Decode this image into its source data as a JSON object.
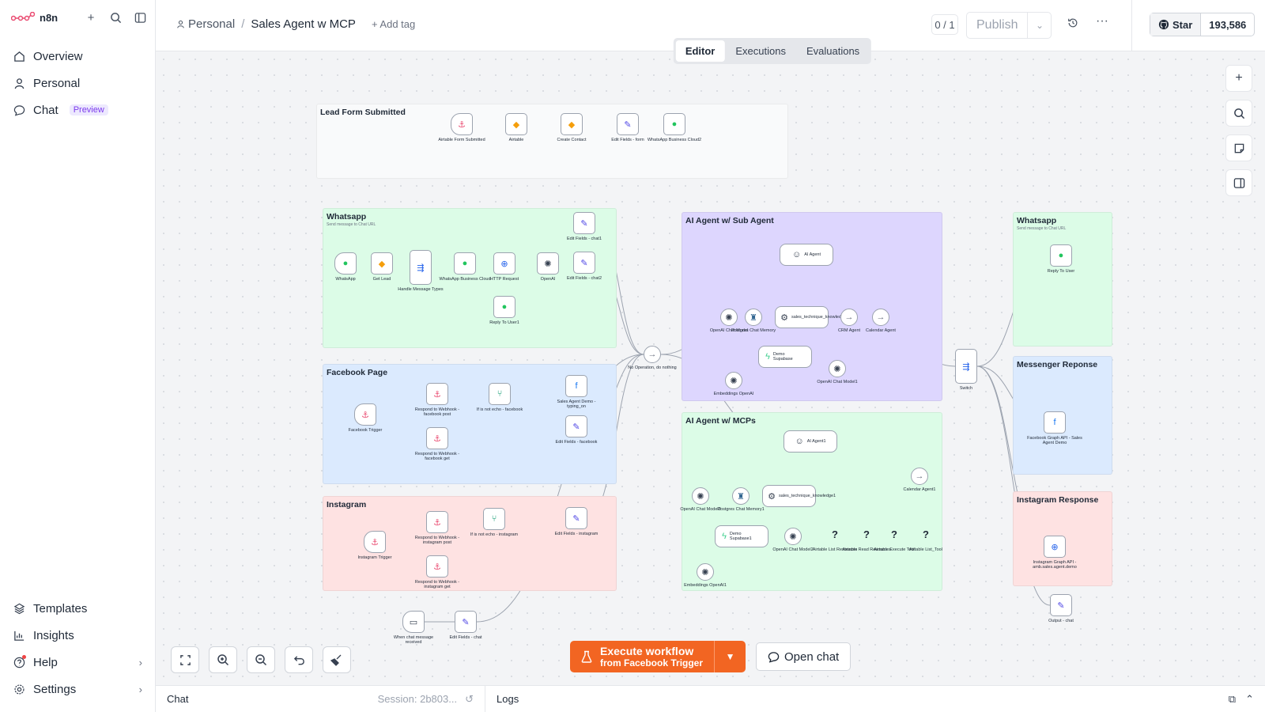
{
  "app": {
    "name": "n8n"
  },
  "sidebar": {
    "items": [
      {
        "label": "Overview"
      },
      {
        "label": "Personal"
      },
      {
        "label": "Chat",
        "badge": "Preview"
      }
    ],
    "bottom": [
      {
        "label": "Templates"
      },
      {
        "label": "Insights"
      },
      {
        "label": "Help"
      },
      {
        "label": "Settings"
      }
    ]
  },
  "header": {
    "project": "Personal",
    "workflow_title": "Sales Agent w MCP",
    "add_tag": "+ Add tag",
    "version_counter": "0 / 1",
    "publish_label": "Publish",
    "github_star": "Star",
    "github_count": "193,586",
    "tabs": [
      {
        "label": "Editor",
        "active": true
      },
      {
        "label": "Executions"
      },
      {
        "label": "Evaluations"
      }
    ]
  },
  "canvas": {
    "stickies": [
      {
        "title": "Lead Form Submitted",
        "subtitle": "",
        "color": "#f9fafb"
      },
      {
        "title": "Whatsapp",
        "subtitle": "Send message to Chat URL",
        "color": "#dcfce7"
      },
      {
        "title": "Facebook Page",
        "subtitle": "",
        "color": "#dbeafe"
      },
      {
        "title": "Instagram",
        "subtitle": "",
        "color": "#fee2e2"
      },
      {
        "title": "AI Agent w/ Sub Agent",
        "subtitle": "",
        "color": "#ddd6fe"
      },
      {
        "title": "AI Agent w/ MCPs",
        "subtitle": "",
        "color": "#dcfce7"
      },
      {
        "title": "Whatsapp",
        "subtitle": "Send message to Chat URL",
        "color": "#dcfce7"
      },
      {
        "title": "Messenger Reponse",
        "subtitle": "",
        "color": "#dbeafe"
      },
      {
        "title": "Instagram Response",
        "subtitle": "",
        "color": "#fee2e2"
      }
    ],
    "nodes": [
      {
        "label": "Airtable Form Submitted",
        "icon": "webhook-icon"
      },
      {
        "label": "Airtable",
        "icon": "airtable-icon"
      },
      {
        "label": "Create Contact",
        "icon": "airtable-icon"
      },
      {
        "label": "Edit Fields - form",
        "icon": "edit-icon"
      },
      {
        "label": "WhatsApp Business Cloud2",
        "icon": "whatsapp-icon"
      },
      {
        "label": "WhatsApp",
        "icon": "whatsapp-icon"
      },
      {
        "label": "Get Lead",
        "icon": "airtable-icon"
      },
      {
        "label": "Handle Message Types",
        "icon": "switch-icon"
      },
      {
        "label": "WhatsApp Business Cloud",
        "icon": "whatsapp-icon"
      },
      {
        "label": "HTTP Request",
        "icon": "globe-icon"
      },
      {
        "label": "OpenAI",
        "icon": "openai-icon"
      },
      {
        "label": "Edit Fields - chat1",
        "icon": "edit-icon"
      },
      {
        "label": "Edit Fields - chat2",
        "icon": "edit-icon"
      },
      {
        "label": "Reply To User1",
        "icon": "whatsapp-icon"
      },
      {
        "label": "Facebook Trigger",
        "icon": "webhook-icon"
      },
      {
        "label": "Respond to Webhook - facebook post",
        "icon": "webhook-icon"
      },
      {
        "label": "Respond to Webhook - facebook get",
        "icon": "webhook-icon"
      },
      {
        "label": "If is not echo - facebook",
        "icon": "if-icon"
      },
      {
        "label": "Sales Agent Demo - typing_on",
        "icon": "facebook-icon"
      },
      {
        "label": "Edit Fields - facebook",
        "icon": "edit-icon"
      },
      {
        "label": "Instagram Trigger",
        "icon": "webhook-icon"
      },
      {
        "label": "Respond to Webhook - instagram post",
        "icon": "webhook-icon"
      },
      {
        "label": "Respond to Webhook - instagram get",
        "icon": "webhook-icon"
      },
      {
        "label": "If is not echo - instagram",
        "icon": "if-icon"
      },
      {
        "label": "Edit Fields - instagram",
        "icon": "edit-icon"
      },
      {
        "label": "When chat message received",
        "icon": "chat-icon"
      },
      {
        "label": "Edit Fields - chat",
        "icon": "edit-icon"
      },
      {
        "label": "No Operation, do nothing",
        "icon": "arrow-icon"
      },
      {
        "label": "AI Agent",
        "icon": "robot-icon"
      },
      {
        "label": "OpenAI Chat Model",
        "icon": "openai-icon"
      },
      {
        "label": "Postgres Chat Memory",
        "icon": "postgres-icon"
      },
      {
        "label": "sales_technique_knowledge",
        "icon": "tool-icon"
      },
      {
        "label": "CRM Agent",
        "icon": "arrow-icon"
      },
      {
        "label": "Calendar Agent",
        "icon": "arrow-icon"
      },
      {
        "label": "Demo Supabase",
        "icon": "supabase-icon"
      },
      {
        "label": "OpenAI Chat Model1",
        "icon": "openai-icon"
      },
      {
        "label": "Embeddings OpenAI",
        "icon": "openai-icon"
      },
      {
        "label": "AI Agent1",
        "icon": "robot-icon"
      },
      {
        "label": "OpenAI Chat Model3",
        "icon": "openai-icon"
      },
      {
        "label": "Postgres Chat Memory1",
        "icon": "postgres-icon"
      },
      {
        "label": "sales_technique_knowledge1",
        "icon": "tool-icon"
      },
      {
        "label": "Calendar Agent1",
        "icon": "arrow-icon"
      },
      {
        "label": "Demo Supabase1",
        "icon": "supabase-icon"
      },
      {
        "label": "OpenAI Chat Model2",
        "icon": "openai-icon"
      },
      {
        "label": "Airtable List Resources",
        "icon": "question-icon"
      },
      {
        "label": "Airtable Read Resources",
        "icon": "question-icon"
      },
      {
        "label": "Airtable Execute Tool",
        "icon": "question-icon"
      },
      {
        "label": "Airtable List_Tool",
        "icon": "question-icon"
      },
      {
        "label": "Embeddings OpenAI1",
        "icon": "openai-icon"
      },
      {
        "label": "Switch",
        "icon": "switch-icon"
      },
      {
        "label": "Reply To User",
        "icon": "whatsapp-icon"
      },
      {
        "label": "Facebook Graph API - Sales Agent Demo",
        "icon": "facebook-icon"
      },
      {
        "label": "Instagram Graph API - amb.sales.agent.demo",
        "icon": "globe-icon"
      },
      {
        "label": "Output - chat",
        "icon": "edit-icon"
      }
    ]
  },
  "execute": {
    "title": "Execute workflow",
    "subtitle": "from Facebook Trigger"
  },
  "open_chat": "Open chat",
  "footer": {
    "chat": "Chat",
    "session": "Session: 2b803...",
    "logs": "Logs"
  }
}
